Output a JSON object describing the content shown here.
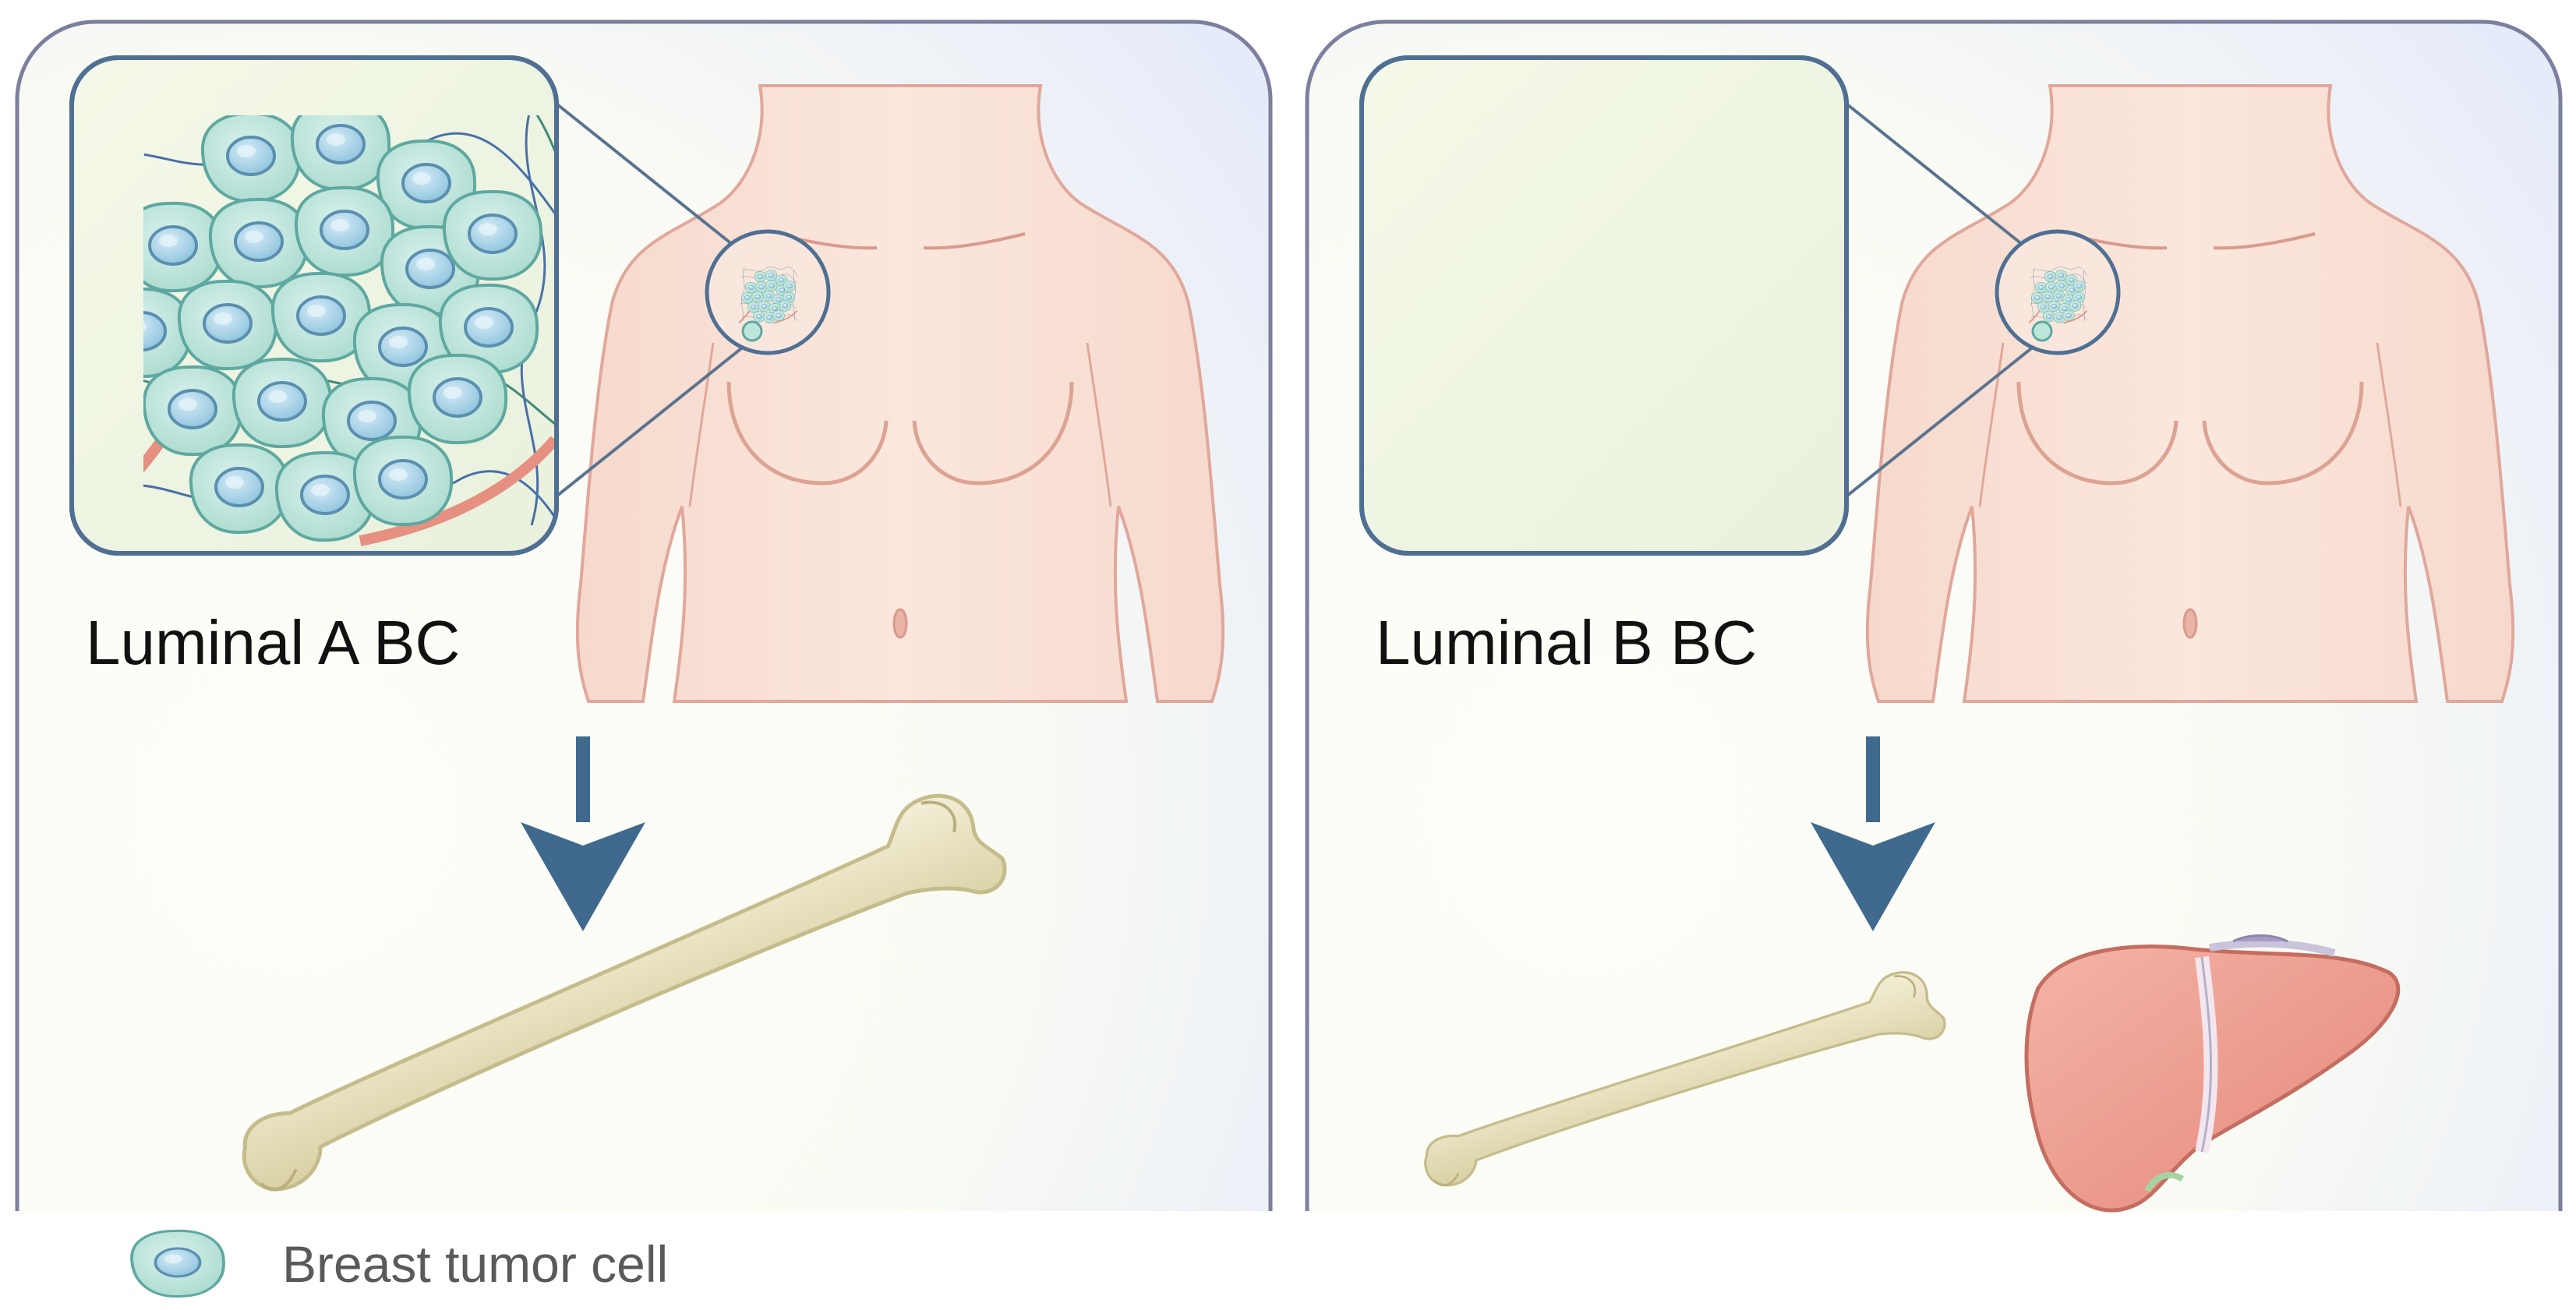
{
  "panels": [
    {
      "id": "luminal-a",
      "label": "Luminal A BC",
      "metastasis_sites": [
        "bone"
      ]
    },
    {
      "id": "luminal-b",
      "label": "Luminal B BC",
      "metastasis_sites": [
        "bone",
        "liver"
      ]
    }
  ],
  "legend": {
    "items": [
      {
        "icon": "breast-tumor-cell-icon",
        "label": "Breast tumor cell"
      }
    ]
  },
  "colors": {
    "panel_border": "#7d7f9f",
    "panel_background": "#fdfdf6",
    "panel_corner_tint": "#e6ebf9",
    "skin": "#f8e1d5",
    "skin_outline": "#e0a79a",
    "tumor_cell_fill": "#bfe6dc",
    "tumor_cell_outline": "#5ea8a0",
    "nucleus": "#9fd0e6",
    "zoom_frame": "#5a7390",
    "arrow": "#3f6a8e",
    "bone": "#e9e3c1",
    "bone_outline": "#c5bc8c",
    "liver": "#ef9c8c",
    "liver_outline": "#c46d60"
  }
}
